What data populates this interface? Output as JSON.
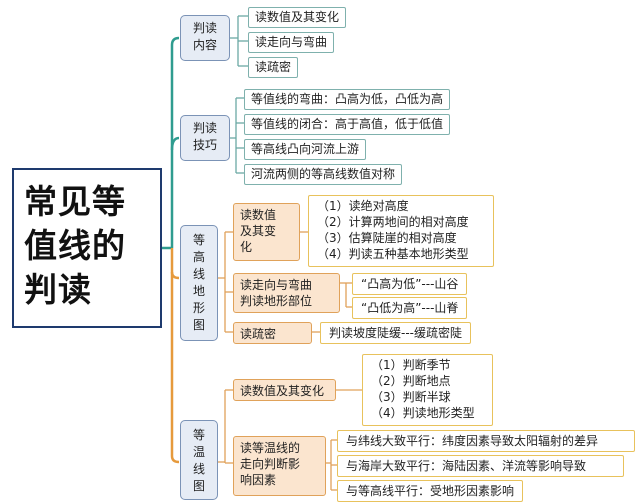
{
  "root": {
    "lines": [
      "常见等",
      "值线的",
      "判读"
    ]
  },
  "sec1": {
    "label": [
      "判读",
      "内容"
    ],
    "items": [
      "读数值及其变化",
      "读走向与弯曲",
      "读疏密"
    ]
  },
  "sec2": {
    "label": [
      "判读",
      "技巧"
    ],
    "items": [
      "等值线的弯曲：凸高为低，凸低为高",
      "等值线的闭合：高于高值，低于低值",
      "等高线凸向河流上游",
      "河流两侧的等高线数值对称"
    ]
  },
  "sec3": {
    "label": [
      "等",
      "高",
      "线",
      "地",
      "形",
      "图"
    ],
    "sub1": {
      "label": [
        "读数值",
        "及其变",
        "化"
      ],
      "items": [
        "（1）读绝对高度",
        "（2）计算两地间的相对高度",
        "（3）估算陡崖的相对高度",
        "（4）判读五种基本地形类型"
      ]
    },
    "sub2": {
      "label": [
        "读走向与弯曲",
        "判读地形部位"
      ],
      "items": [
        "“凸高为低”---山谷",
        "“凸低为高”---山脊"
      ]
    },
    "sub3": {
      "label": "读疏密",
      "item": "判读坡度陡缓---缓疏密陡"
    }
  },
  "sec4": {
    "label": [
      "等",
      "温",
      "线",
      "图"
    ],
    "sub1": {
      "label": "读数值及其变化",
      "items": [
        "（1）判断季节",
        "（2）判断地点",
        "（3）判断半球",
        "（4）判读地形类型"
      ]
    },
    "sub2": {
      "label": [
        "读等温线的",
        "走向判断影",
        "响因素"
      ],
      "items": [
        "与纬线大致平行：纬度因素导致太阳辐射的差异",
        "与海岸大致平行：海陆因素、洋流等影响导致",
        "与等高线平行：受地形因素影响"
      ]
    }
  },
  "colors": {
    "trunk": "#2f9c8f",
    "trunk_lower": "#e69a3c",
    "root_border": "#1e3a6e"
  }
}
